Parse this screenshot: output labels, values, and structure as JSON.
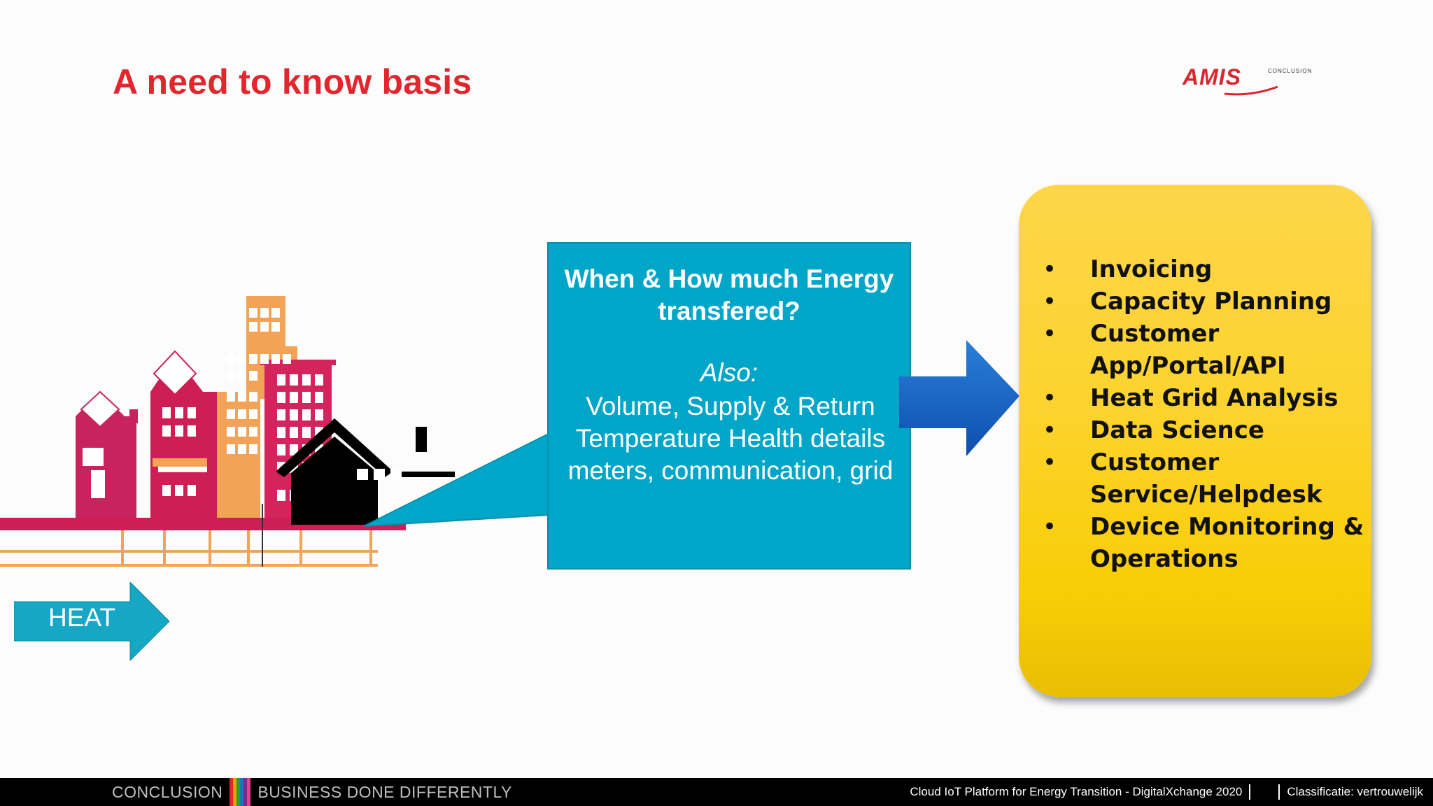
{
  "slide": {
    "title": "A need to know basis"
  },
  "logo": {
    "name": "AMIS",
    "subtitle": "CONCLUSION"
  },
  "heat_arrow": {
    "label": "HEAT"
  },
  "callout": {
    "question": "When & How much Energy transfered?",
    "also_label": "Also:",
    "details": "Volume, Supply & Return Temperature Health details meters, communication, grid"
  },
  "uses": {
    "items": [
      "Invoicing",
      "Capacity Planning",
      "Customer App/Portal/API",
      "Heat Grid Analysis",
      "Data Science",
      "Customer Service/Helpdesk",
      "Device Monitoring & Operations"
    ]
  },
  "footer": {
    "brand": "CONCLUSION",
    "tagline": "BUSINESS DONE DIFFERENTLY",
    "event": "Cloud IoT Platform for Energy Transition - DigitalXchange 2020",
    "classification": "Classificatie: vertrouwelijk"
  },
  "colors": {
    "title": "#e2262e",
    "callout": "#00a6c7",
    "panel": "#fcd32c",
    "footer": "#000000"
  }
}
